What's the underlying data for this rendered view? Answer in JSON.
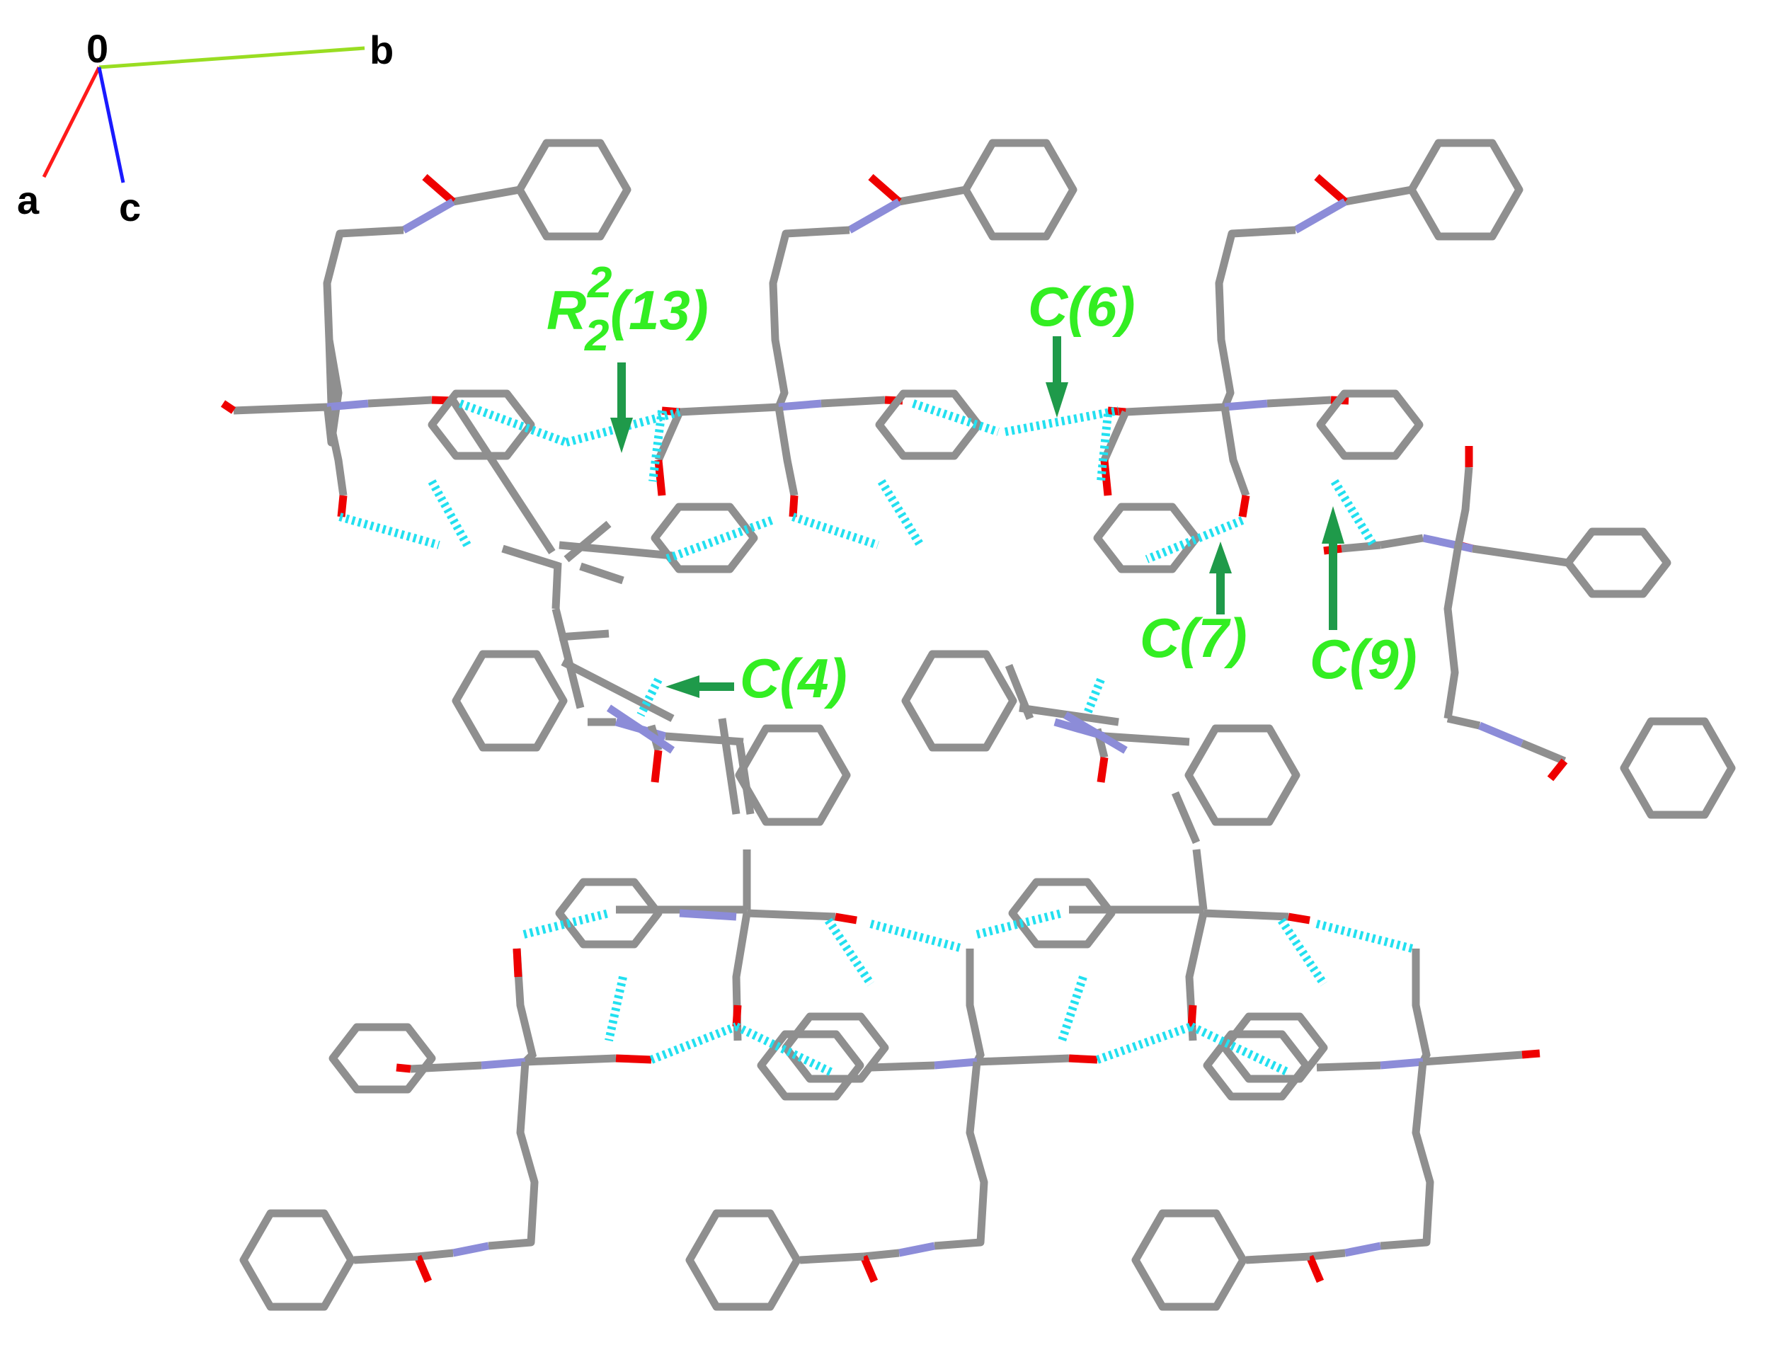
{
  "axes": {
    "origin_label": "0",
    "a_label": "a",
    "b_label": "b",
    "c_label": "c",
    "colors": {
      "a": "#ff1a1a",
      "b": "#99dd22",
      "c": "#1a1aff"
    }
  },
  "motifs": {
    "ring": {
      "letter": "R",
      "superscript": "2",
      "subscript": "2",
      "size": "(13)"
    },
    "c6": "C(6)",
    "c7": "C(7)",
    "c4": "C(4)",
    "c9": "C(9)"
  },
  "colors": {
    "bond_carbon": "#8f8f8f",
    "oxygen": "#ee0000",
    "nitrogen": "#8c8cd8",
    "hydrogen_bond": "#22e0f0",
    "label": "#33ee22",
    "arrow": "#1f9a4a"
  },
  "molecule_count": 8
}
